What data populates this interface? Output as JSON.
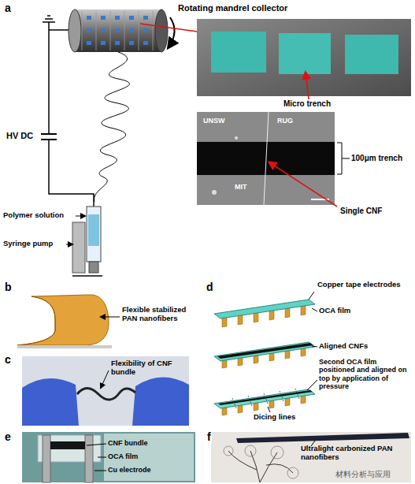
{
  "diagram": {
    "labels": [
      "a",
      "Rotating mandrel collector",
      "HV DC",
      "Polymer solution",
      "Syringe pump",
      "Micro trench",
      "UNSW",
      "RUG",
      "MIT",
      "100μm trench",
      "Single CNF",
      "b",
      "Flexible stabilized PAN nanofibers",
      "c",
      "Flexibility of CNF bundle",
      "d",
      "Copper tape electrodes",
      "OCA film",
      "Aligned CNFs",
      "Second OCA film positioned and aligned on top by application of pressure",
      "Dicing lines",
      "e",
      "CNF bundle",
      "OCA film",
      "Cu electrode",
      "f",
      "Ultralight carbonized PAN nanofibers",
      "材料分析与应用"
    ]
  }
}
